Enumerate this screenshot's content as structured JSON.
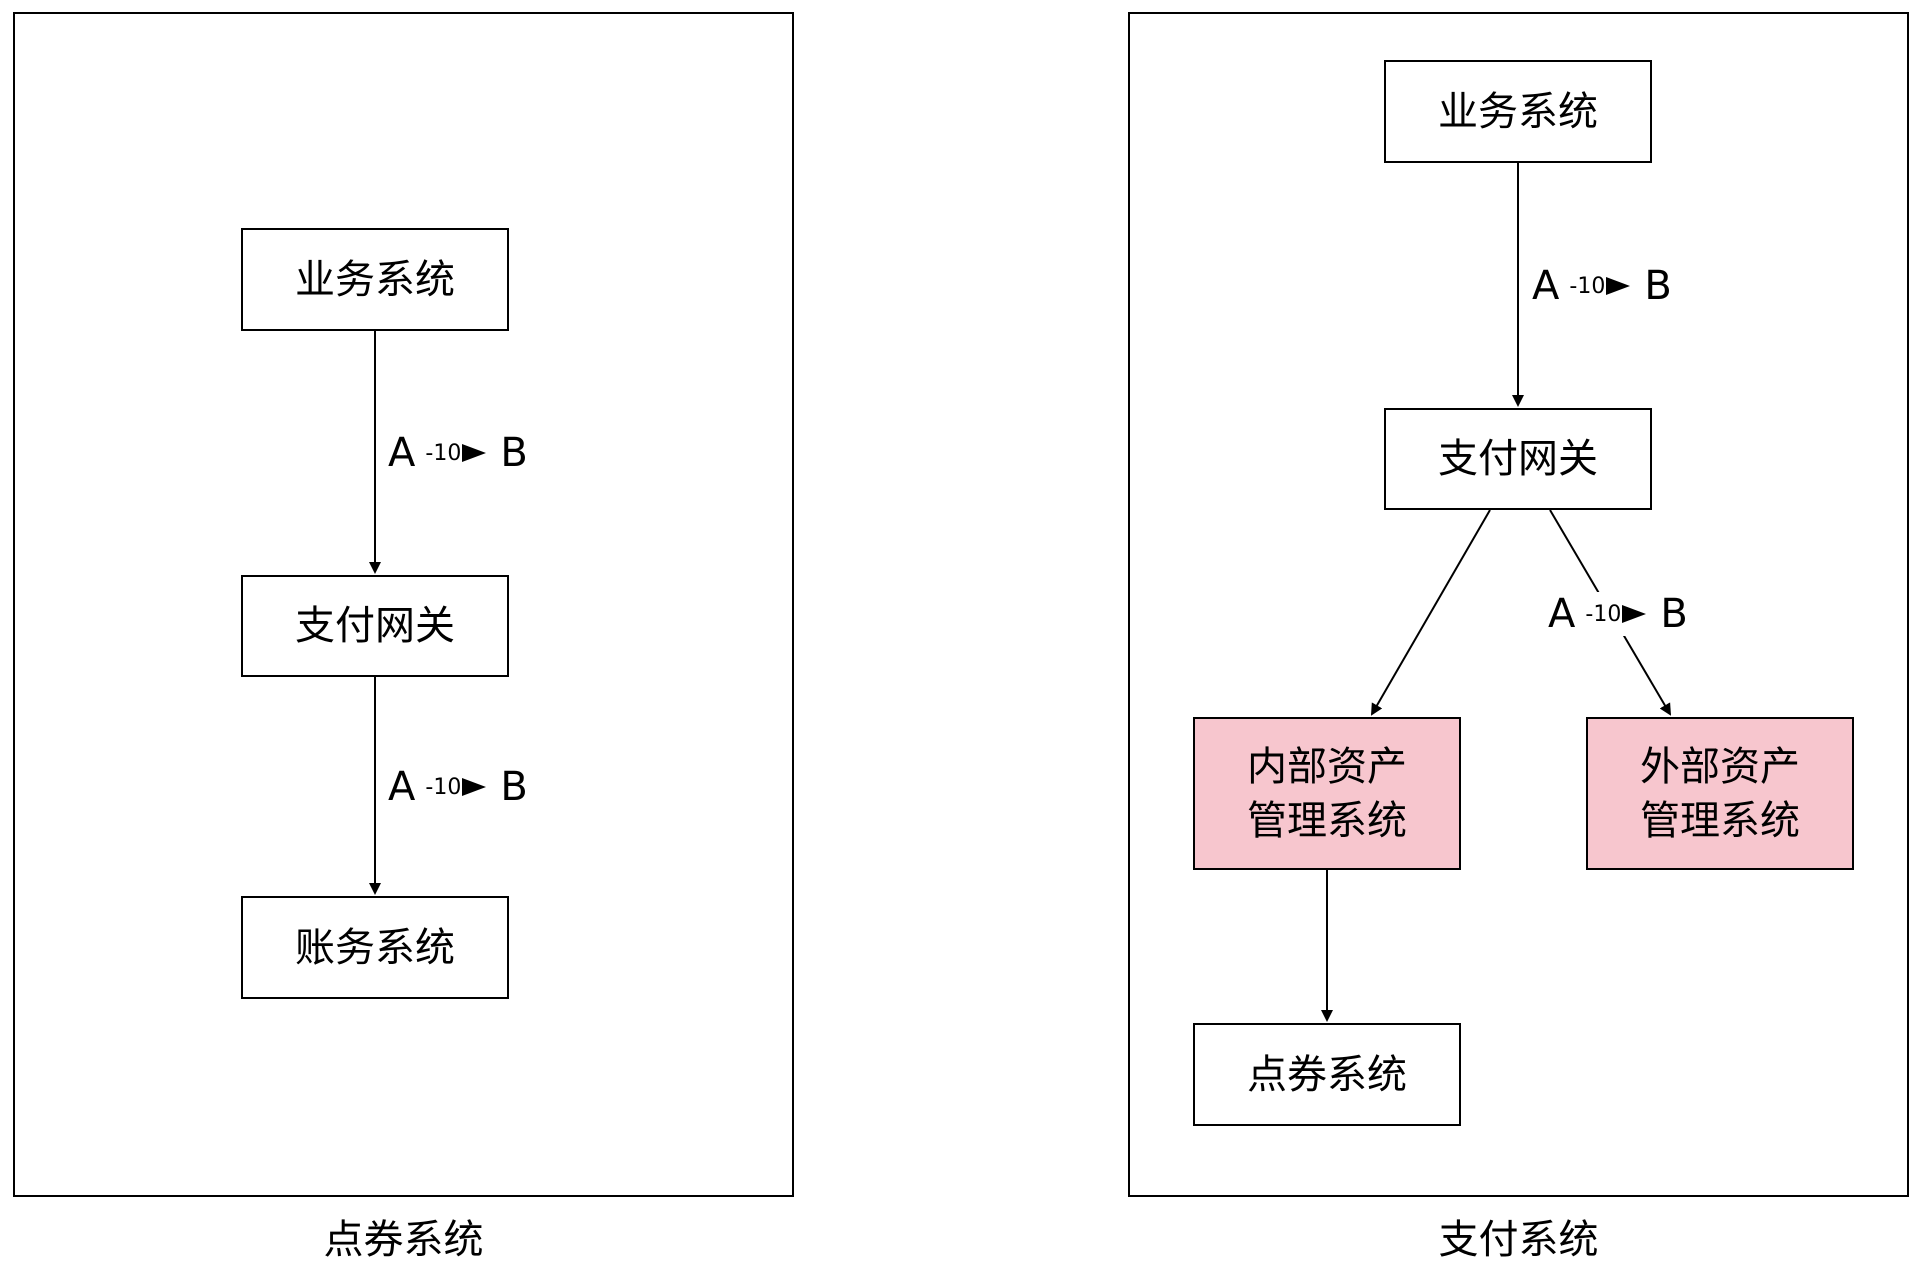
{
  "left_panel": {
    "caption": "点券系统",
    "nodes": {
      "business": "业务系统",
      "gateway": "支付网关",
      "accounting": "账务系统"
    },
    "edge_labels": [
      {
        "from": "A",
        "amount": "10",
        "to": "B"
      },
      {
        "from": "A",
        "amount": "10",
        "to": "B"
      }
    ]
  },
  "right_panel": {
    "caption": "支付系统",
    "nodes": {
      "business": "业务系统",
      "gateway": "支付网关",
      "internal_asset": "内部资产管理系统",
      "external_asset": "外部资产管理系统",
      "points": "点券系统"
    },
    "edge_labels": [
      {
        "from": "A",
        "amount": "10",
        "to": "B"
      },
      {
        "from": "A",
        "amount": "10",
        "to": "B"
      }
    ]
  },
  "colors": {
    "highlight_node": "#f7c6ce",
    "line": "#000000"
  }
}
